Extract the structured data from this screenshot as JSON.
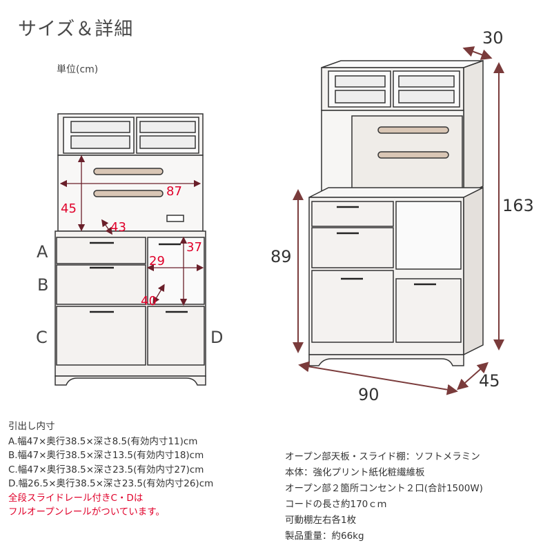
{
  "page": {
    "title": "サイズ＆詳細",
    "unit_label": "単位(cm)"
  },
  "front_view": {
    "dimensions": {
      "inner_width_open": "87",
      "inner_height_open": "45",
      "shelf_depth": "43",
      "microwave_height": "37",
      "microwave_width": "29",
      "microwave_depth": "40"
    },
    "drawer_labels": [
      "A",
      "B",
      "C",
      "D"
    ]
  },
  "side_view": {
    "dimensions": {
      "upper_depth": "30",
      "total_height": "163",
      "counter_height": "89",
      "width": "90",
      "depth": "45"
    }
  },
  "drawer_specs": {
    "heading": "引出し内寸",
    "items": [
      "A.幅47×奥行38.5×深さ8.5(有効内寸11)cm",
      "B.幅47×奥行38.5×深さ13.5(有効内寸18)cm",
      "C.幅47×奥行38.5×深さ23.5(有効内寸27)cm",
      "D.幅26.5×奥行38.5×深さ23.5(有効内寸26)cm"
    ],
    "notes": [
      "全段スライドレール付きC・Dは",
      "フルオープンレールがついています。"
    ],
    "note_color": "#e0002a"
  },
  "material_specs": {
    "items": [
      "オープン部天板・スライド棚：ソフトメラミン",
      "本体：強化プリント紙化粧繊維板",
      "オープン部２箇所コンセント２口(合計1500W)",
      "コードの長さ約170ｃｍ",
      "可動棚左右各1枚",
      "製品重量：約66kg"
    ]
  },
  "colors": {
    "dimension_arrow": "#7a3b3b",
    "dimension_text_front": "#e0002a",
    "cabinet_outline": "#333333",
    "cabinet_fill": "#f4f2f0"
  }
}
